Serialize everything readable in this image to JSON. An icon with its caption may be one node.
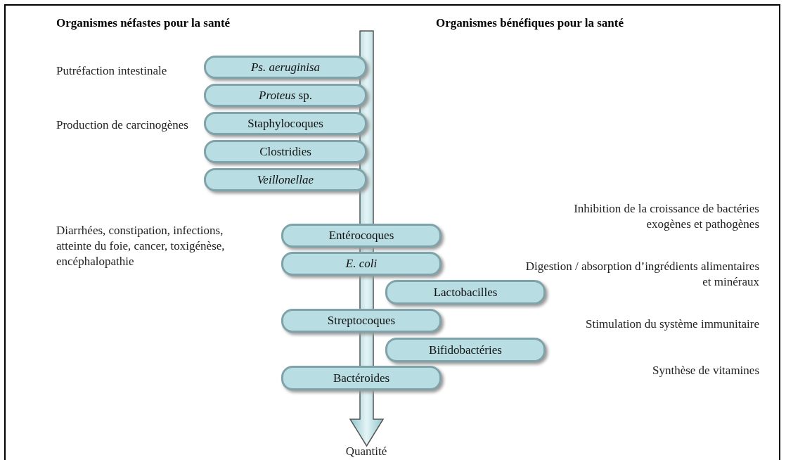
{
  "diagram": {
    "nodes": [
      {
        "text": [
          "*Ps. aeruginisa*"
        ]
      },
      {
        "text": [
          "*Proteus* sp."
        ]
      },
      {
        "text": [
          "Staphylocoques"
        ]
      },
      {
        "text": [
          "Clostridies"
        ]
      },
      {
        "text": [
          "*Veillonellae*"
        ]
      },
      {
        "text": [
          "Entérocoques"
        ]
      },
      {
        "text": [
          "*E. coli*"
        ]
      },
      {
        "text": [
          "Lactobacilles"
        ]
      },
      {
        "text": [
          "Streptocoques"
        ]
      },
      {
        "text": [
          "Bifidobactéries"
        ]
      },
      {
        "text": [
          "Bactéroides"
        ]
      }
    ],
    "labels": [
      "Organismes néfastes pour la santé",
      "Organismes bénéfiques pour la santé",
      "Putréfaction intestinale",
      "Production de carcinogènes",
      "Inhibition de la croissance de bactéries exogènes et pathogènes",
      "Diarrhées, constipation, infections, atteinte du foie, cancer, toxigénèse, encéphalopathie",
      "Digestion / absorption d’ingrédients alimentaires et minéraux",
      "Stimulation du système immunitaire",
      "Synthèse de vitamines",
      "Quantité"
    ]
  }
}
